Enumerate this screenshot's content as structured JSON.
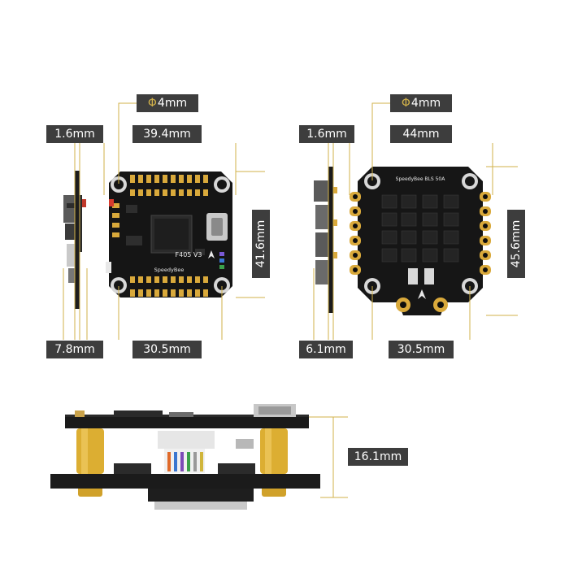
{
  "colors": {
    "dimension_line": "#d2b24a",
    "label_background": "#3d3d3d",
    "label_text": "#ffffff",
    "pcb": "#1a1a1a",
    "pad_gold": "#d9a93b",
    "standoff": "#dcae32"
  },
  "fc_board": {
    "hole_label_symbol": "Φ",
    "hole_label_value": "4mm",
    "thickness_label": "1.6mm",
    "width_label": "39.4mm",
    "height_label": "41.6mm",
    "side_height_label": "7.8mm",
    "mount_spacing_label": "30.5mm",
    "model_text": "F405 V3",
    "brand_text": "SpeedyBee"
  },
  "esc_board": {
    "hole_label_symbol": "Φ",
    "hole_label_value": "4mm",
    "thickness_label": "1.6mm",
    "width_label": "44mm",
    "height_label": "45.6mm",
    "side_height_label": "6.1mm",
    "mount_spacing_label": "30.5mm",
    "model_text": "SpeedyBee BLS 50A"
  },
  "stack": {
    "height_label": "16.1mm"
  }
}
